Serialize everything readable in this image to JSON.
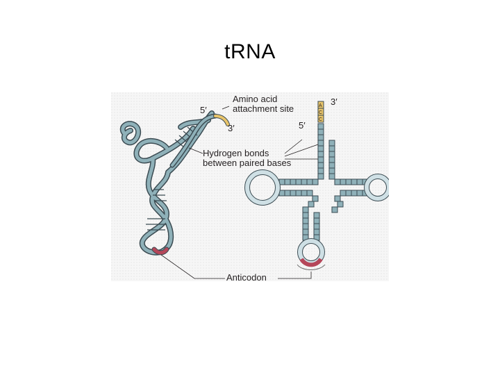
{
  "slide": {
    "title": "tRNA"
  },
  "figure": {
    "labels": {
      "amino_acid_line1": "Amino acid",
      "amino_acid_line2": "attachment site",
      "five_prime_left": "5′",
      "three_prime_left": "3′",
      "three_prime_right": "3′",
      "five_prime_right": "5′",
      "hbonds_line1": "Hydrogen bonds",
      "hbonds_line2": "between paired bases",
      "anticodon": "Anticodon"
    },
    "acceptor_bases": [
      "A",
      "C",
      "C"
    ],
    "colors": {
      "strand": "#8fb1b9",
      "strand_outline": "#3b4b52",
      "loop_light": "#cfe0e5",
      "anticodon": "#b5475a",
      "acceptor_end": "#e8c46a",
      "background_dots": "#e3e3e3"
    }
  }
}
